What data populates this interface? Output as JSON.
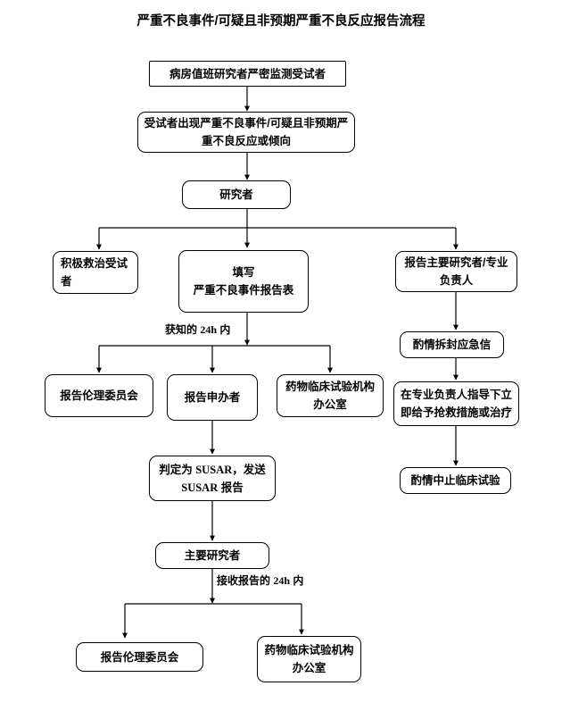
{
  "title": "严重不良事件/可疑且非预期严重不良反应报告流程",
  "diagram": {
    "type": "flowchart",
    "orientation": "top-down",
    "nodes": [
      {
        "id": "n1",
        "label": "病房值班研究者严密监测受试者",
        "shape": "rounded-rect"
      },
      {
        "id": "n2",
        "label": "受试者出现严重不良事件/可疑且非预期严重不良反应或倾向",
        "shape": "rounded-rect"
      },
      {
        "id": "n3",
        "label": "研究者",
        "shape": "rounded-rect"
      },
      {
        "id": "n4",
        "label": "积极救治受试者",
        "shape": "rounded-rect"
      },
      {
        "id": "n5",
        "label": "填写\n严重不良事件报告表",
        "shape": "rounded-rect"
      },
      {
        "id": "n6",
        "label": "报告主要研究者/专业负责人",
        "shape": "rounded-rect"
      },
      {
        "id": "n7",
        "label": "报告伦理委员会",
        "shape": "rounded-rect"
      },
      {
        "id": "n8",
        "label": "报告申办者",
        "shape": "rounded-rect"
      },
      {
        "id": "n9",
        "label": "药物临床试验机构办公室",
        "shape": "rounded-rect"
      },
      {
        "id": "n10",
        "label": "酌情拆封应急信",
        "shape": "rounded-rect"
      },
      {
        "id": "n11",
        "label": "在专业负责人指导下立即给予抢救措施或治疗",
        "shape": "rounded-rect"
      },
      {
        "id": "n12",
        "label": "酌情中止临床试验",
        "shape": "rounded-rect"
      },
      {
        "id": "n13",
        "label": "判定为 SUSAR，发送 SUSAR 报告",
        "shape": "rounded-rect"
      },
      {
        "id": "n14",
        "label": "主要研究者",
        "shape": "rounded-rect"
      },
      {
        "id": "n15",
        "label": "报告伦理委员会",
        "shape": "rounded-rect"
      },
      {
        "id": "n16",
        "label": "药物临床试验机构办公室",
        "shape": "rounded-rect"
      }
    ],
    "edge_labels": [
      {
        "id": "e1",
        "text": "获知的 24h 内"
      },
      {
        "id": "e2",
        "text": "接收报告的 24h 内"
      }
    ],
    "edges": [
      {
        "from": "n1",
        "to": "n2"
      },
      {
        "from": "n2",
        "to": "n3"
      },
      {
        "from": "n3",
        "to": "n4"
      },
      {
        "from": "n3",
        "to": "n5"
      },
      {
        "from": "n3",
        "to": "n6"
      },
      {
        "from": "n5",
        "to": "n7",
        "label": "获知的 24h 内"
      },
      {
        "from": "n5",
        "to": "n8",
        "label": "获知的 24h 内"
      },
      {
        "from": "n5",
        "to": "n9",
        "label": "获知的 24h 内"
      },
      {
        "from": "n6",
        "to": "n10"
      },
      {
        "from": "n10",
        "to": "n11"
      },
      {
        "from": "n11",
        "to": "n12"
      },
      {
        "from": "n8",
        "to": "n13"
      },
      {
        "from": "n13",
        "to": "n14"
      },
      {
        "from": "n14",
        "to": "n15",
        "label": "接收报告的 24h 内"
      },
      {
        "from": "n14",
        "to": "n16",
        "label": "接收报告的 24h 内"
      }
    ]
  },
  "colors": {
    "stroke": "#000000",
    "fill": "#ffffff",
    "text": "#000000"
  }
}
